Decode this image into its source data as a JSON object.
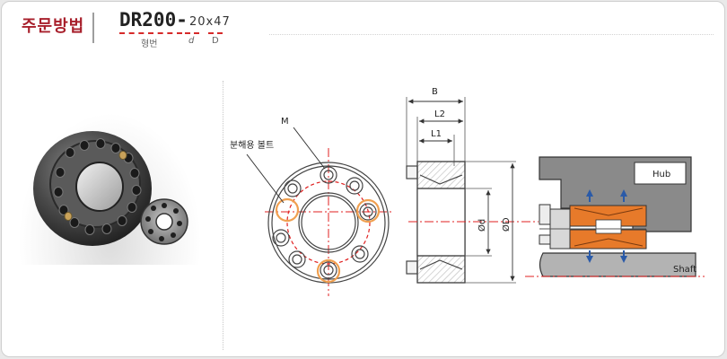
{
  "header": {
    "title": "주문방법",
    "model_code": "DR200-",
    "model_suffix": "20x47",
    "caption_model": "형번",
    "caption_d": "d",
    "caption_D": "D"
  },
  "front_view": {
    "label_bolt": "M",
    "label_disassembly_bolt": "분해용 볼트"
  },
  "section_view": {
    "label_B": "B",
    "label_L2": "L2",
    "label_L1": "L1",
    "label_d": "Ød",
    "label_D": "ØD"
  },
  "install_view": {
    "label_hub": "Hub",
    "label_shaft": "Shaft"
  },
  "colors": {
    "accent_red": "#a8202c",
    "center_line": "#e02020",
    "highlight_orange": "#f0a050",
    "arrow_blue": "#2a5aa8",
    "section_orange": "#e77a2a"
  }
}
